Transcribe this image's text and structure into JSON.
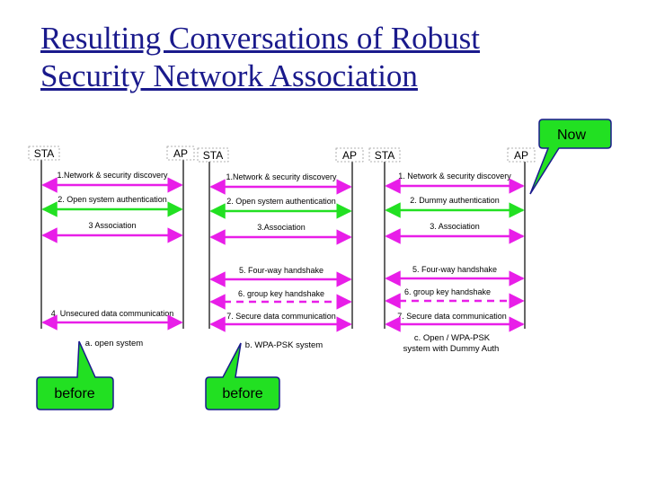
{
  "title": {
    "line1": "Resulting Conversations of Robust",
    "line2": "Security Network Association"
  },
  "colors": {
    "title": "#1a1a8c",
    "magenta_arrow": "#e81ee8",
    "green_arrow": "#22e022",
    "callout_fill": "#22e022",
    "callout_border": "#1a1a8c"
  },
  "callouts": {
    "now": "Now",
    "before_a": "before",
    "before_b": "before"
  },
  "panels": [
    {
      "sta": "STA",
      "ap": "AP",
      "caption": [
        "a. open system"
      ],
      "messages": [
        {
          "label": "1.Network & security discovery",
          "color": "magenta",
          "style": "solid"
        },
        {
          "label": "2. Open system authentication",
          "color": "green",
          "style": "solid"
        },
        {
          "label": "3 Association",
          "color": "magenta",
          "style": "solid"
        },
        {
          "label": "4. Unsecured data communication",
          "color": "magenta",
          "style": "solid"
        }
      ]
    },
    {
      "sta": "STA",
      "ap": "AP",
      "caption": [
        "b. WPA-PSK system"
      ],
      "messages": [
        {
          "label": "1.Network & security discovery",
          "color": "magenta",
          "style": "solid"
        },
        {
          "label": "2. Open system authentication",
          "color": "green",
          "style": "solid"
        },
        {
          "label": "3.Association",
          "color": "magenta",
          "style": "solid"
        },
        {
          "label": "5. Four-way handshake",
          "color": "magenta",
          "style": "solid"
        },
        {
          "label": "6. group key handshake",
          "color": "magenta",
          "style": "dashed"
        },
        {
          "label": "7. Secure data communication",
          "color": "magenta",
          "style": "solid"
        }
      ]
    },
    {
      "sta": "STA",
      "ap": "AP",
      "caption": [
        "c. Open / WPA-PSK",
        "system with Dummy Auth"
      ],
      "messages": [
        {
          "label": "1. Network & security discovery",
          "color": "magenta",
          "style": "solid"
        },
        {
          "label": "2. Dummy authentication",
          "color": "green",
          "style": "solid"
        },
        {
          "label": "3. Association",
          "color": "magenta",
          "style": "solid"
        },
        {
          "label": "5. Four-way handshake",
          "color": "magenta",
          "style": "solid"
        },
        {
          "label": "6. group key handshake",
          "color": "magenta",
          "style": "dashed"
        },
        {
          "label": "7. Secure data communication",
          "color": "magenta",
          "style": "solid"
        }
      ]
    }
  ]
}
